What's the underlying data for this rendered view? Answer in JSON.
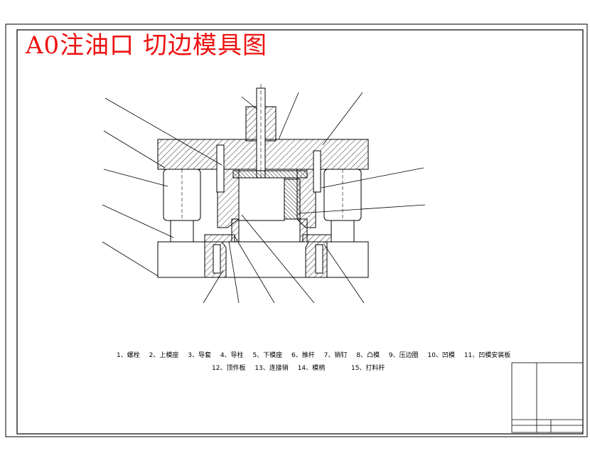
{
  "drawing": {
    "title": "A0注油口 切边模具图"
  },
  "legend": {
    "row1": [
      "1、螺栓",
      "2、上模座",
      "3、导套",
      "4、导柱",
      "5、下模座",
      "6、推杆",
      "7、销钉",
      "8、凸模",
      "9、压边圈",
      "10、凹模",
      "11、凹模安装板"
    ],
    "row2": [
      "12、顶件板",
      "13、连接销",
      "14、模柄",
      "15、打料杆"
    ]
  },
  "colors": {
    "title": "#ee1111",
    "lines": "#000000",
    "hatch": "#000000"
  }
}
